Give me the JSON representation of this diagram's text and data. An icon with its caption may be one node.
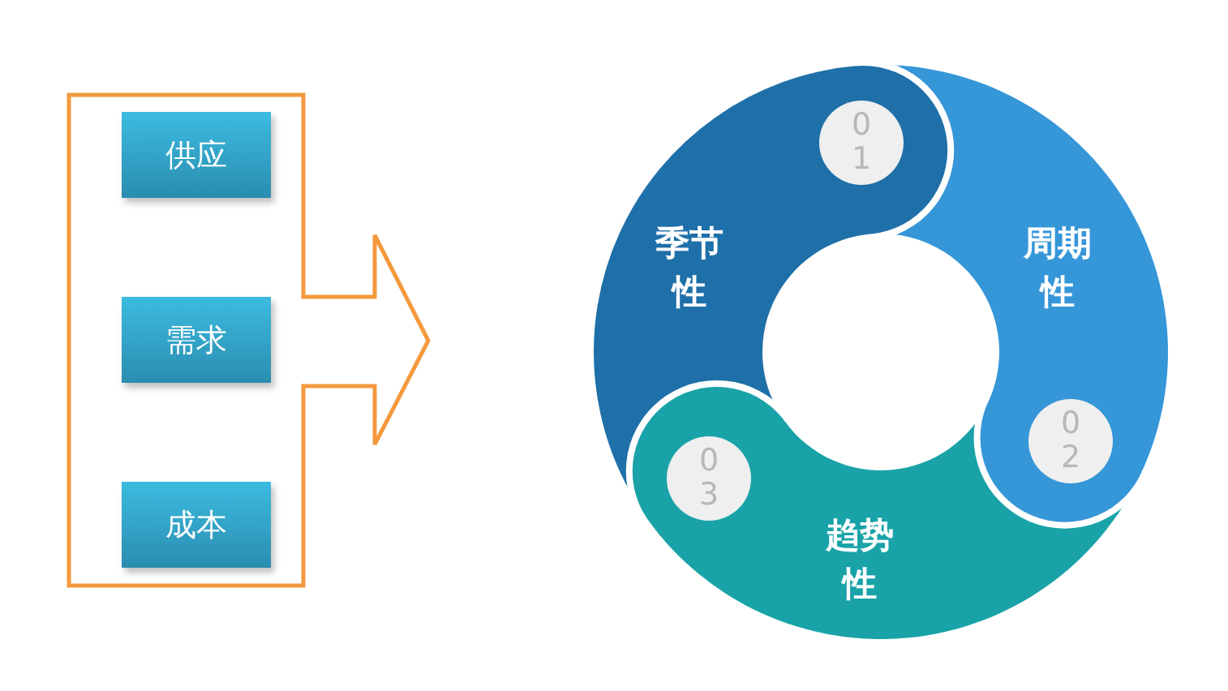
{
  "diagram": {
    "nodes": [
      {
        "text": [],
        "shape": "arrow"
      },
      {
        "text": [
          "供应"
        ],
        "in": 0
      },
      {
        "text": [
          "需求"
        ],
        "in": 0
      },
      {
        "text": [
          "成本"
        ],
        "in": 0
      },
      {
        "text": [
          "季节性"
        ]
      },
      {
        "text": [
          "01"
        ],
        "in": 4
      },
      {
        "text": [
          "周期性"
        ]
      },
      {
        "text": [
          "02"
        ]
      },
      {
        "text": [
          "趋势性"
        ]
      },
      {
        "text": [
          "03"
        ]
      }
    ]
  }
}
